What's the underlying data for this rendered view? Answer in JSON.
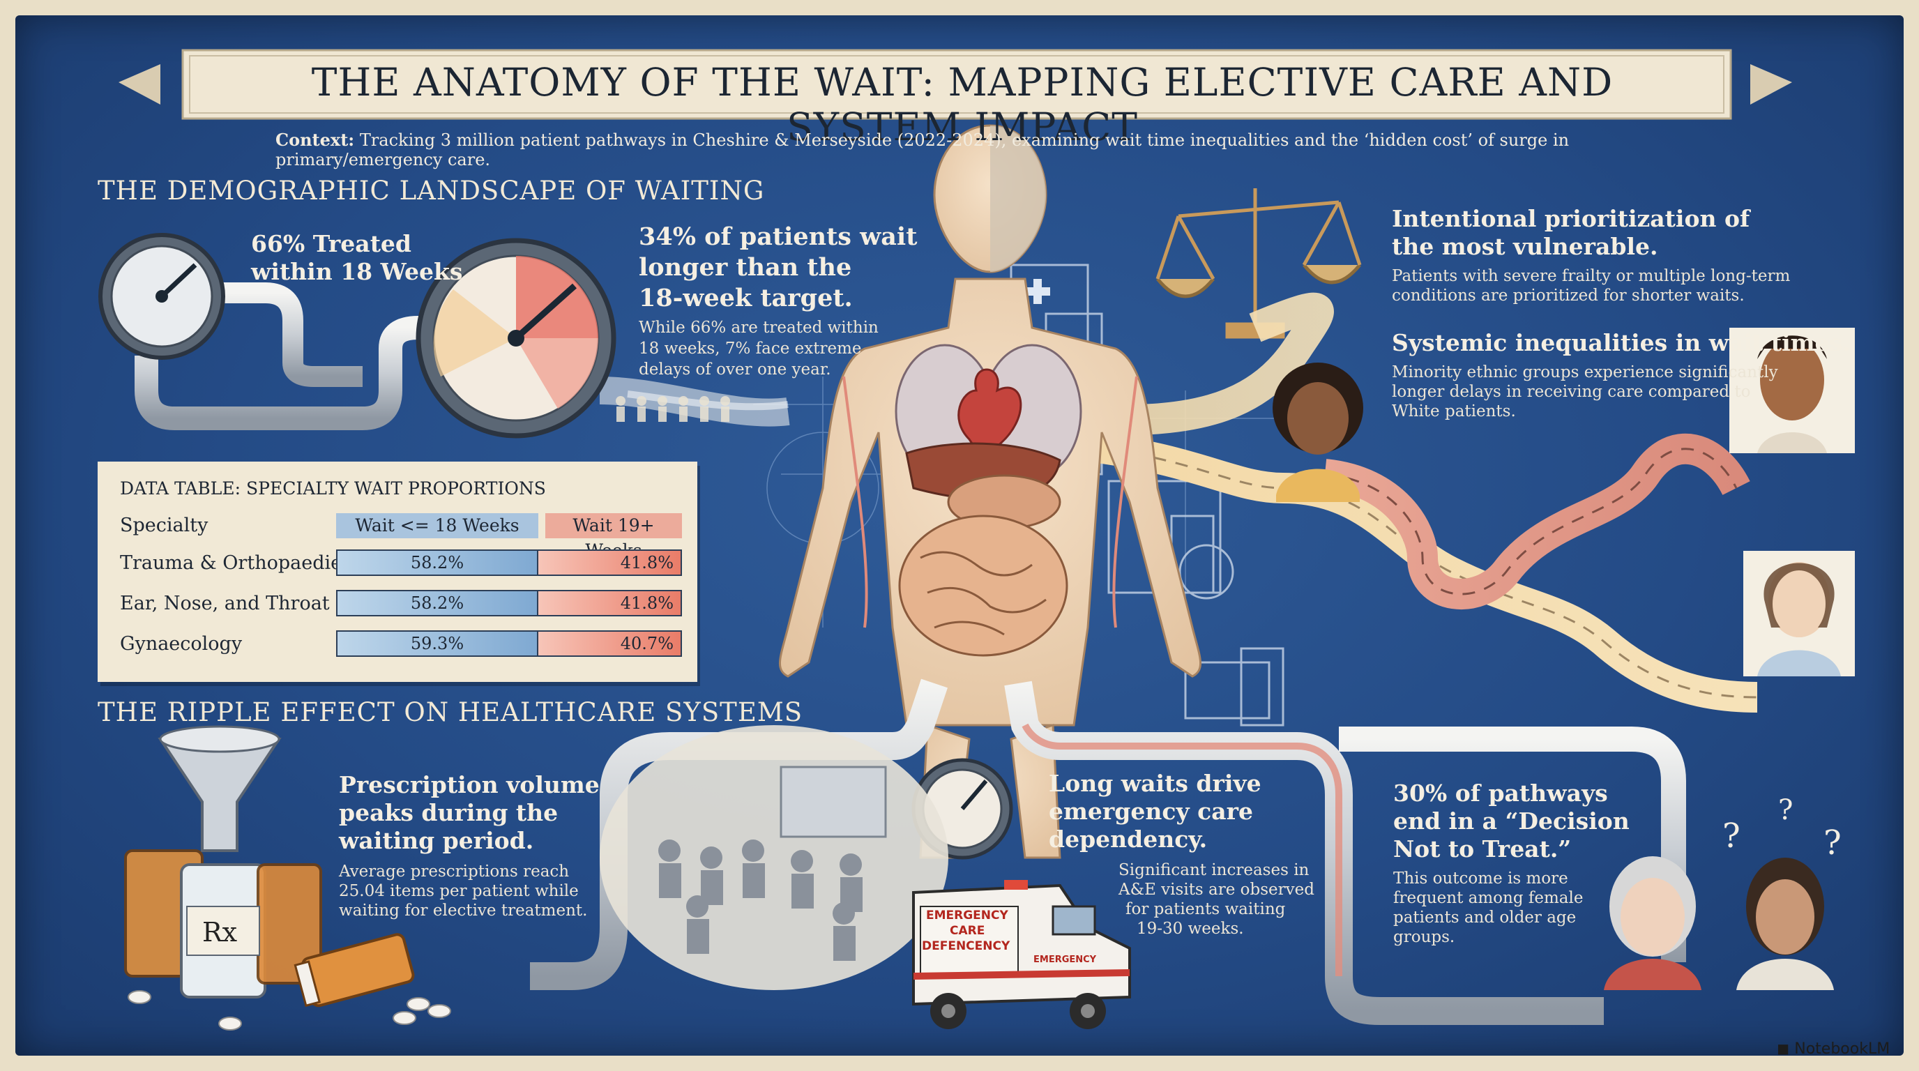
{
  "title": "THE ANATOMY OF THE WAIT: MAPPING ELECTIVE CARE AND SYSTEM IMPACT",
  "context": {
    "label": "Context:",
    "text": "Tracking 3 million patient pathways in Cheshire & Merseyside (2022-2024), examining wait time inequalities and the ‘hidden cost’ of surge in primary/emergency care."
  },
  "demographic": {
    "section_title": "THE DEMOGRAPHIC LANDSCAPE OF WAITING",
    "gauge1_line1": "66% Treated",
    "gauge1_line2": "within 18 Weeks",
    "gauge2_line1": "34% of patients wait",
    "gauge2_line2": "longer than the",
    "gauge2_line3": "18-week target.",
    "gauge2_body1": "While 66% are treated within",
    "gauge2_body2": "18 weeks, 7% face extreme",
    "gauge2_body3": "delays of over one year."
  },
  "table": {
    "title": "DATA TABLE: SPECIALTY WAIT PROPORTIONS",
    "headers": [
      "Specialty",
      "Wait <= 18 Weeks",
      "Wait 19+ Weeks"
    ],
    "rows": [
      {
        "specialty": "Trauma & Orthopaedies",
        "within": "58.2%",
        "over": "41.8%"
      },
      {
        "specialty": "Ear, Nose, and Throat",
        "within": "58.2%",
        "over": "41.8%"
      },
      {
        "specialty": "Gynaecology",
        "within": "59.3%",
        "over": "40.7%"
      }
    ]
  },
  "right": {
    "prior_head1": "Intentional prioritization of",
    "prior_head2": "the most vulnerable.",
    "prior_body1": "Patients with severe frailty or multiple long-term",
    "prior_body2": "conditions are prioritized for shorter waits.",
    "ineq_head": "Systemic inequalities in wait times.",
    "ineq_body1": "Minority ethnic groups experience significantly",
    "ineq_body2": "longer delays in receiving care compared to",
    "ineq_body3": "White patients."
  },
  "ripple": {
    "section_title": "THE RIPPLE EFFECT ON HEALTHCARE SYSTEMS",
    "rx_head1": "Prescription volume",
    "rx_head2": "peaks during the",
    "rx_head3": "waiting period.",
    "rx_body1": "Average prescriptions reach",
    "rx_body2": "25.04 items per patient while",
    "rx_body3": "waiting for elective treatment.",
    "er_head1": "Long waits drive",
    "er_head2": "emergency care",
    "er_head3": "dependency.",
    "er_body1": "Significant increases in",
    "er_body2": "A&E visits are observed",
    "er_body3": "for patients waiting",
    "er_body4": "19-30 weeks.",
    "dnt_head1": "30% of pathways",
    "dnt_head2": "end in a “Decision",
    "dnt_head3": "Not to Treat.”",
    "dnt_body1": "This outcome is more",
    "dnt_body2": "frequent among female",
    "dnt_body3": "patients and older age",
    "dnt_body4": "groups."
  },
  "illustration": {
    "rx_label": "Rx",
    "ambulance_line1": "EMERGENCY",
    "ambulance_line2": "CARE",
    "ambulance_line3": "DEFENCENCY",
    "ambulance_side": "EMERGENCY",
    "question_mark": "?"
  },
  "brand": "NotebookLM",
  "colors": {
    "board": "#244b86",
    "parchment": "#f1e9d6",
    "within_bar": "#7fa9d2",
    "over_bar": "#e97c68",
    "pipe": "#d6dbe0"
  }
}
